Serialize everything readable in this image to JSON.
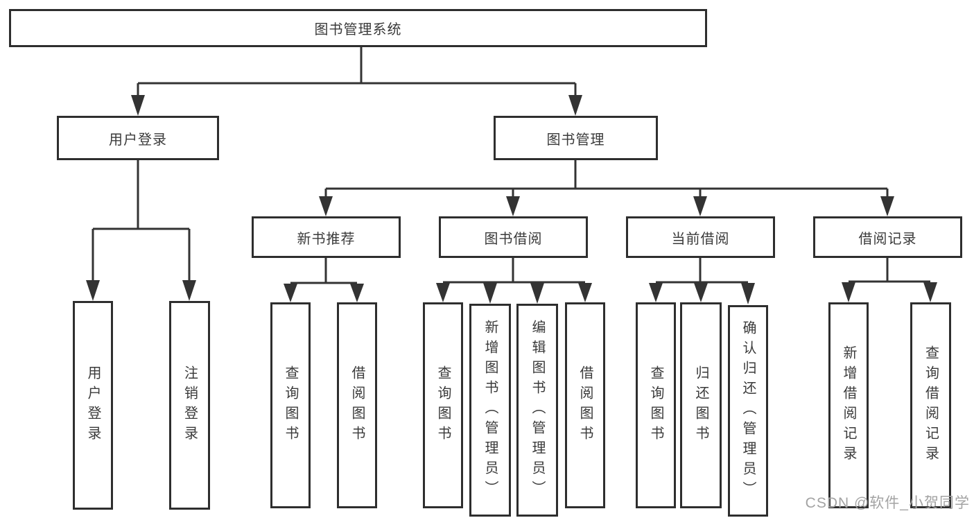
{
  "colors": {
    "background": "#ffffff",
    "box_border": "#2e2e2e",
    "connector_line": "#333333",
    "text": "#3a3a3a",
    "watermark": "#a3a3a3"
  },
  "watermark": "CSDN @软件_小贺同学",
  "nodes": {
    "root": "图书管理系统",
    "user_login": "用户登录",
    "book_management": "图书管理",
    "new_book_recommend": "新书推荐",
    "book_borrowing": "图书借阅",
    "current_borrowing": "当前借阅",
    "borrowing_records": "借阅记录",
    "ul_user_login": "用户登录",
    "ul_logout": "注销登录",
    "nr_query_books": "查询图书",
    "nr_borrow_books": "借阅图书",
    "bb_query_books": "查询图书",
    "bb_add_books": "新增图书（管理员）",
    "bb_edit_books": "编辑图书（管理员）",
    "bb_borrow_books": "借阅图书",
    "cb_query_books": "查询图书",
    "cb_return_books": "归还图书",
    "cb_confirm_return": "确认归还（管理员）",
    "br_add_record": "新增借阅记录",
    "br_query_record": "查询借阅记录"
  },
  "hierarchy": {
    "root": [
      "user_login",
      "book_management"
    ],
    "user_login": [
      "ul_user_login",
      "ul_logout"
    ],
    "book_management": [
      "new_book_recommend",
      "book_borrowing",
      "current_borrowing",
      "borrowing_records"
    ],
    "new_book_recommend": [
      "nr_query_books",
      "nr_borrow_books"
    ],
    "book_borrowing": [
      "bb_query_books",
      "bb_add_books",
      "bb_edit_books",
      "bb_borrow_books"
    ],
    "current_borrowing": [
      "cb_query_books",
      "cb_return_books",
      "cb_confirm_return"
    ],
    "borrowing_records": [
      "br_add_record",
      "br_query_record"
    ]
  }
}
